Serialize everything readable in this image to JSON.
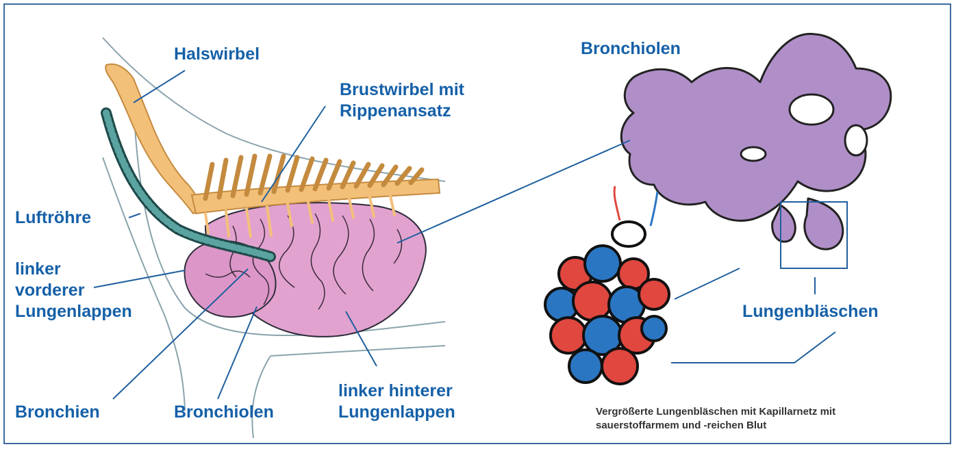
{
  "labels": {
    "halswirbel": "Halswirbel",
    "brustwirbel_line1": "Brustwirbel mit",
    "brustwirbel_line2": "Rippenansatz",
    "luftroehre": "Luftröhre",
    "linker_vorderer_line1": "linker",
    "linker_vorderer_line2": "vorderer",
    "linker_vorderer_line3": "Lungenlappen",
    "bronchien": "Bronchien",
    "bronchiolen_left": "Bronchiolen",
    "linker_hinterer_line1": "linker hinterer",
    "linker_hinterer_line2": "Lungenlappen",
    "bronchiolen_right": "Bronchiolen",
    "lungenblaeschen": "Lungenbläschen"
  },
  "caption": {
    "line1": "Vergrößerte Lungenbläschen mit Kapillarnetz mit",
    "line2": "sauerstoffarmem und -reichen Blut"
  },
  "colors": {
    "label": "#1560a8",
    "leader_line": "#1f5f9e",
    "frame": "#3f6aa0",
    "vertebra": "#f3c07a",
    "trachea": "#1f4a4a",
    "lung_pink": "#e2a2cf",
    "bronchiole_purple": "#b08fc8",
    "alveoli_red": "#e0473f",
    "alveoli_blue": "#2b76c2"
  }
}
